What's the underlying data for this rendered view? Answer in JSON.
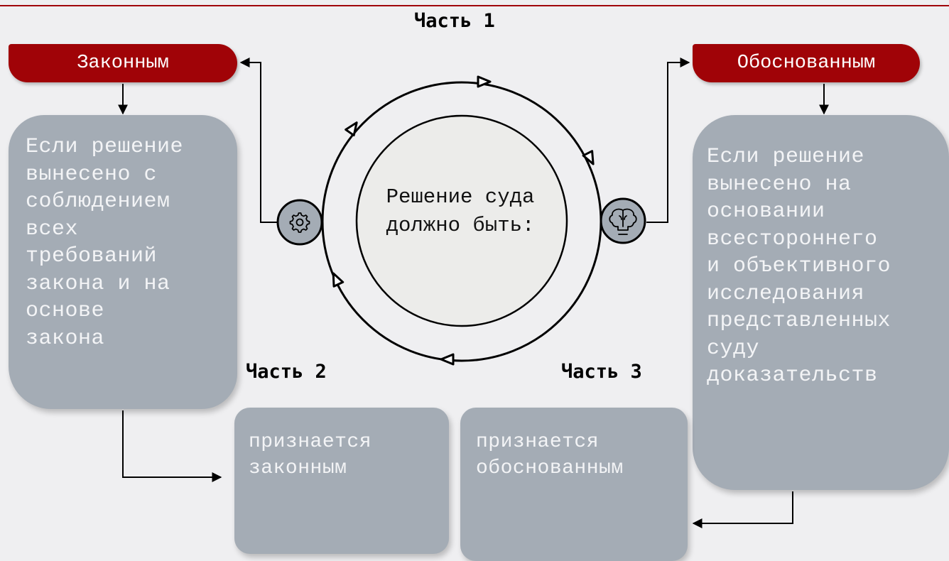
{
  "parts": {
    "part1": "Часть 1",
    "part2": "Часть 2",
    "part3": "Часть 3"
  },
  "center": {
    "text": "Решение суда\nдолжно быть:"
  },
  "left": {
    "pill": "Законным",
    "card": "Если решение\nвынесено с\nсоблюдением\nвсех\nтребований\nзакона и на\nоснове\nзакона",
    "icon": "gear-icon"
  },
  "right": {
    "pill": "Обоснованным",
    "card": "Если решение\nвынесено на\nосновании\nвсестороннего\nи объективного\nисследования\nпредставленных\nсуду\nдоказательств",
    "icon": "brain-lightbulb-icon"
  },
  "bottom": {
    "lawful": "признается\nзаконным",
    "grounded": "признается\nобоснованным"
  },
  "colors": {
    "accent_red": "#a00307",
    "card_gray": "#a4acb5",
    "background": "#efeff1",
    "circle_fill": "#ececea"
  }
}
